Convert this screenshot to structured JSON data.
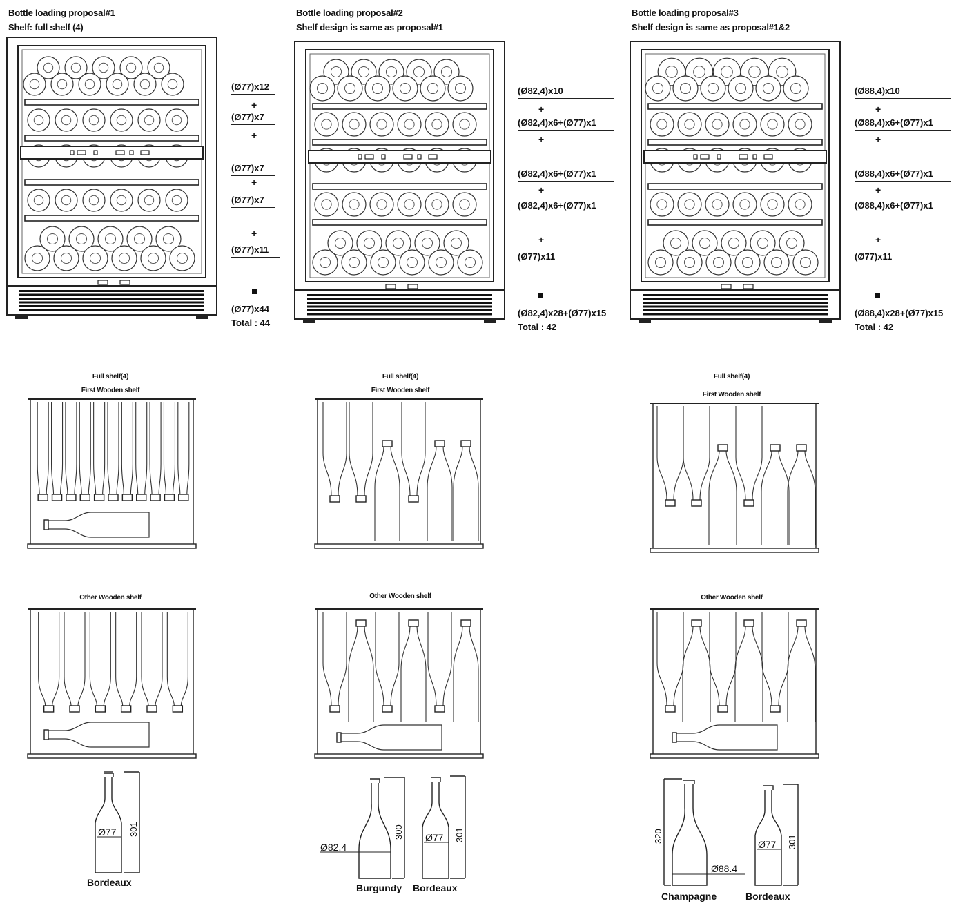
{
  "proposals": [
    {
      "title": "Bottle loading proposal#1",
      "subtitle": "Shelf: full shelf (4)",
      "lines": [
        "(Ø77)x12",
        "(Ø77)x7",
        "(Ø77)x7",
        "(Ø77)x7",
        "(Ø77)x11"
      ],
      "result": "(Ø77)x44",
      "total": "Total : 44",
      "full_shelf_caption": "Full shelf(4)",
      "first_shelf_caption": "First  Wooden shelf",
      "other_shelf_caption": "Other  Wooden shelf",
      "bottles": [
        {
          "name": "Bordeaux",
          "diameter": "Ø77",
          "height": "301"
        }
      ]
    },
    {
      "title": "Bottle loading proposal#2",
      "subtitle": "Shelf design is same as proposal#1",
      "lines": [
        "(Ø82,4)x10",
        "(Ø82,4)x6+(Ø77)x1",
        "(Ø82,4)x6+(Ø77)x1",
        "(Ø82,4)x6+(Ø77)x1",
        "(Ø77)x11"
      ],
      "result": "(Ø82,4)x28+(Ø77)x15",
      "total": "Total : 42",
      "full_shelf_caption": "Full shelf(4)",
      "first_shelf_caption": "First Wooden shelf",
      "other_shelf_caption": "Other Wooden shelf",
      "bottles": [
        {
          "name": "Burgundy",
          "diameter": "Ø82.4",
          "height": "300"
        },
        {
          "name": "Bordeaux",
          "diameter": "Ø77",
          "height": "301"
        }
      ]
    },
    {
      "title": "Bottle loading proposal#3",
      "subtitle": "Shelf design is same as proposal#1&2",
      "lines": [
        "(Ø88,4)x10",
        "(Ø88,4)x6+(Ø77)x1",
        "(Ø88,4)x6+(Ø77)x1",
        "(Ø88,4)x6+(Ø77)x1",
        "(Ø77)x11"
      ],
      "result": "(Ø88,4)x28+(Ø77)x15",
      "total": "Total : 42",
      "full_shelf_caption": "Full shelf(4)",
      "first_shelf_caption": "First Wooden shelf",
      "other_shelf_caption": "Other Wooden shelf",
      "bottles": [
        {
          "name": "Champagne",
          "diameter": "Ø88.4",
          "height": "320"
        },
        {
          "name": "Bordeaux",
          "diameter": "Ø77",
          "height": "301"
        }
      ]
    }
  ],
  "symbols": {
    "plus": "+"
  }
}
